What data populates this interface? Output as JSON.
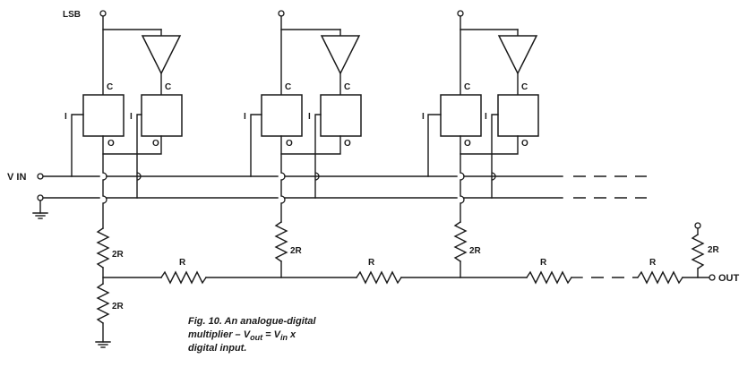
{
  "labels": {
    "lsb": "LSB",
    "vin": "V IN",
    "out": "OUT",
    "r": "R",
    "two_r": "2R",
    "c": "C",
    "i": "I",
    "o": "O"
  },
  "caption": {
    "line1": "Fig. 10. An analogue-digital",
    "line2_prefix": "multiplier – V",
    "line2_out_sub": "out",
    "line2_mid": " = V",
    "line2_in_sub": "in",
    "line2_suffix": " x",
    "line3": "digital input."
  }
}
